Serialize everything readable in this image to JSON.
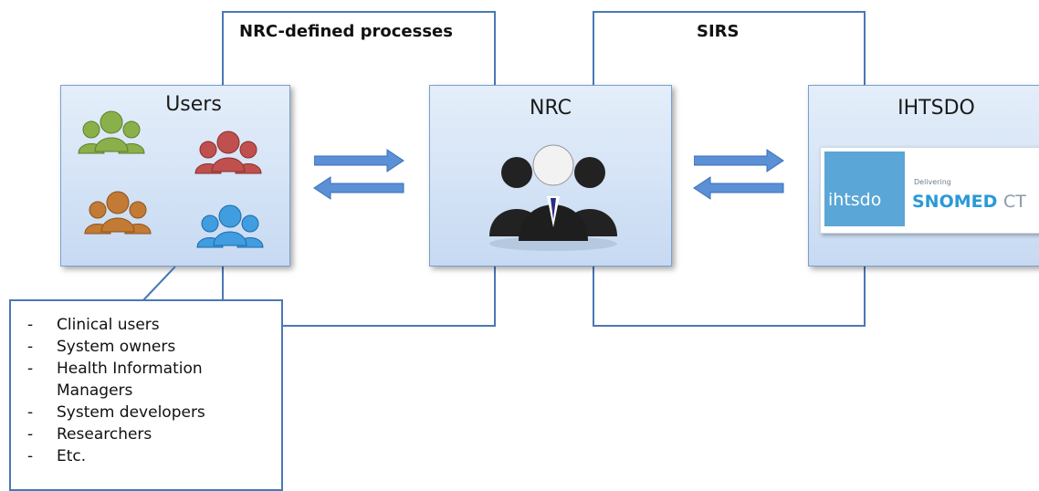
{
  "connectors": {
    "left_label": "NRC-defined processes",
    "right_label": "SIRS"
  },
  "users_box": {
    "title": "Users",
    "icon_colors": [
      "#8ab04a",
      "#c0504d",
      "#c27a34",
      "#3f9de0"
    ]
  },
  "nrc_box": {
    "title": "NRC"
  },
  "ihtsdo_box": {
    "title": "IHTSDO",
    "logo": {
      "mark_text": "ihtsdo",
      "tagline": "Delivering",
      "brand": "SNOMED",
      "brand_suffix": "CT"
    }
  },
  "user_types": [
    {
      "dash": "-",
      "text": "Clinical users"
    },
    {
      "dash": "-",
      "text": "System owners"
    },
    {
      "dash": "-",
      "text": "Health Information\nManagers"
    },
    {
      "dash": "-",
      "text": "System developers"
    },
    {
      "dash": "-",
      "text": "Researchers"
    },
    {
      "dash": "-",
      "text": "Etc."
    }
  ],
  "colors": {
    "frame": "#4a78b5",
    "arrow": "#5b8fd6",
    "box_fill": "#d6e4f7"
  }
}
